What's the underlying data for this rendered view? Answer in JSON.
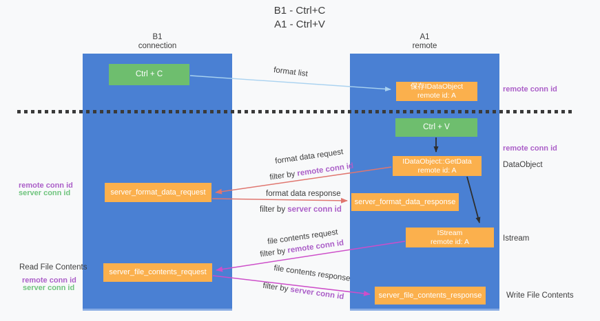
{
  "title": {
    "line1": "B1 - Ctrl+C",
    "line2": "A1 - Ctrl+V"
  },
  "lanes": {
    "left": {
      "name": "B1",
      "role": "connection"
    },
    "right": {
      "name": "A1",
      "role": "remote"
    }
  },
  "nodes": {
    "ctrl_c": {
      "label": "Ctrl + C"
    },
    "save_idataobject": {
      "line1": "保存IDataObject",
      "line2": "remote id: A"
    },
    "ctrl_v": {
      "label": "Ctrl + V"
    },
    "getdata": {
      "line1": "IDataObject::GetData",
      "line2": "remote id: A"
    },
    "format_request": {
      "label": "server_format_data_request"
    },
    "format_response": {
      "label": "server_format_data_response"
    },
    "istream": {
      "line1": "IStream",
      "line2": "remote id: A"
    },
    "file_request": {
      "label": "server_file_contents_request"
    },
    "file_response": {
      "label": "server_file_contents_response"
    }
  },
  "edges": {
    "format_list": {
      "label": "format list"
    },
    "format_data_request": {
      "label": "format data request",
      "filter_prefix": "filter by ",
      "filter_key": "remote conn id"
    },
    "format_data_response": {
      "label": "format data response",
      "filter_prefix": "filter by ",
      "filter_key": "server conn id"
    },
    "file_contents_request": {
      "label": "file contents request",
      "filter_prefix": "filter by ",
      "filter_key": "remote conn id"
    },
    "file_contents_response": {
      "label": "file contents response",
      "filter_prefix": "filter by ",
      "filter_key": "server conn id"
    }
  },
  "annotations": {
    "right_top_remote_conn_id": "remote conn id",
    "right_mid_remote_conn_id": "remote conn id",
    "dataobject": "DataObject",
    "istream": "Istream",
    "write_file_contents": "Write File Contents",
    "read_file_contents": "Read File Contents",
    "left_mid_remote_conn_id": "remote conn id",
    "left_mid_server_conn_id": "server conn id",
    "left_bottom_remote_conn_id": "remote conn id",
    "left_bottom_server_conn_id": "server conn id"
  },
  "colors": {
    "background": "#f8f9fa",
    "lane_blue": "#4a80d3",
    "node_green": "#6ebe6e",
    "node_orange": "#fbb04d",
    "arrow_light_blue": "#a9d2f0",
    "arrow_salmon": "#e0766f",
    "arrow_magenta": "#cd4ec9",
    "arrow_black": "#2e2e2e",
    "text_purple": "#ab5fc8",
    "text_green": "#6fc47d",
    "text_dark": "#3c3c3c"
  }
}
